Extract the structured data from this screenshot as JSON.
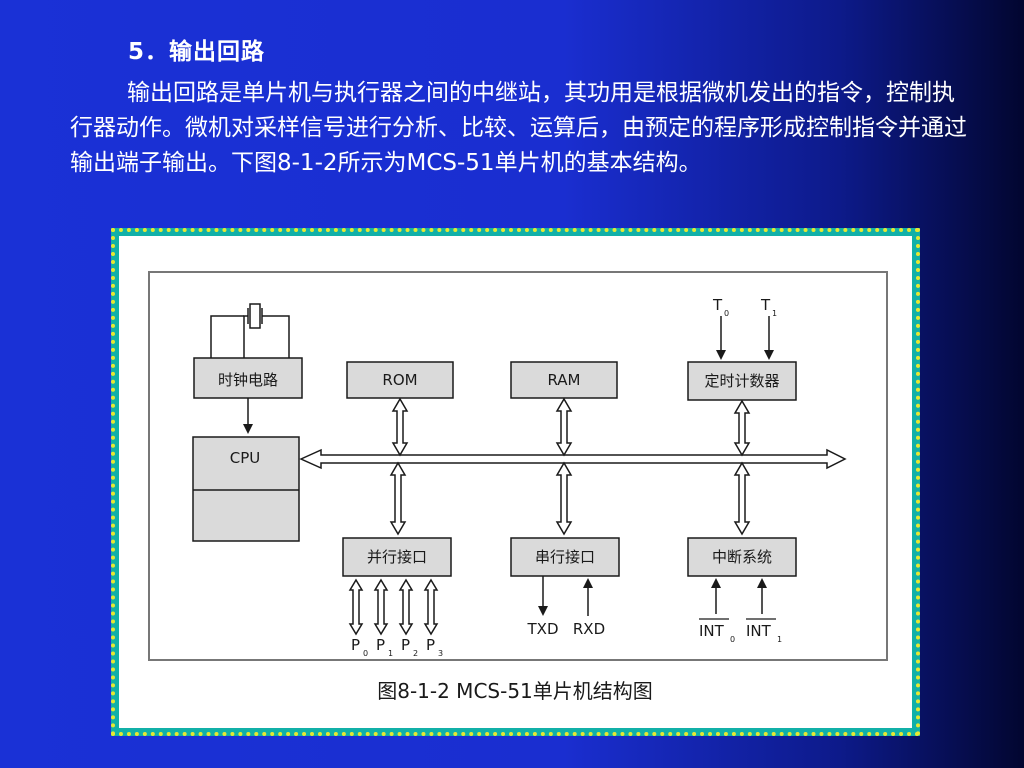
{
  "slide": {
    "heading": "5．输出回路",
    "paragraph": "输出回路是单片机与执行器之间的中继站，其功用是根据微机发出的指令，控制执行器动作。微机对采样信号进行分析、比较、运算后，由预定的程序形成控制指令并通过输出端子输出。下图8-1-2所示为MCS-51单片机的基本结构。"
  },
  "diagram": {
    "blocks": {
      "clock": "时钟电路",
      "rom": "ROM",
      "ram": "RAM",
      "timer": "定时计数器",
      "cpu": "CPU",
      "parallel": "并行接口",
      "serial": "串行接口",
      "interrupt": "中断系统"
    },
    "signals": {
      "t0": "T",
      "t0_sub": "0",
      "t1": "T",
      "t1_sub": "1",
      "txd": "TXD",
      "rxd": "RXD",
      "int0": "INT",
      "int0_sub": "0",
      "int1": "INT",
      "int1_sub": "1",
      "p0": "P",
      "p0_sub": "0",
      "p1": "P",
      "p1_sub": "1",
      "p2": "P",
      "p2_sub": "2",
      "p3": "P",
      "p3_sub": "3"
    },
    "caption": "图8-1-2  MCS-51单片机结构图"
  },
  "colors": {
    "block_fill": "#dadada",
    "line": "#1a1a1a",
    "frame_border": "#e8e832",
    "frame_fill": "#11b0a8"
  }
}
